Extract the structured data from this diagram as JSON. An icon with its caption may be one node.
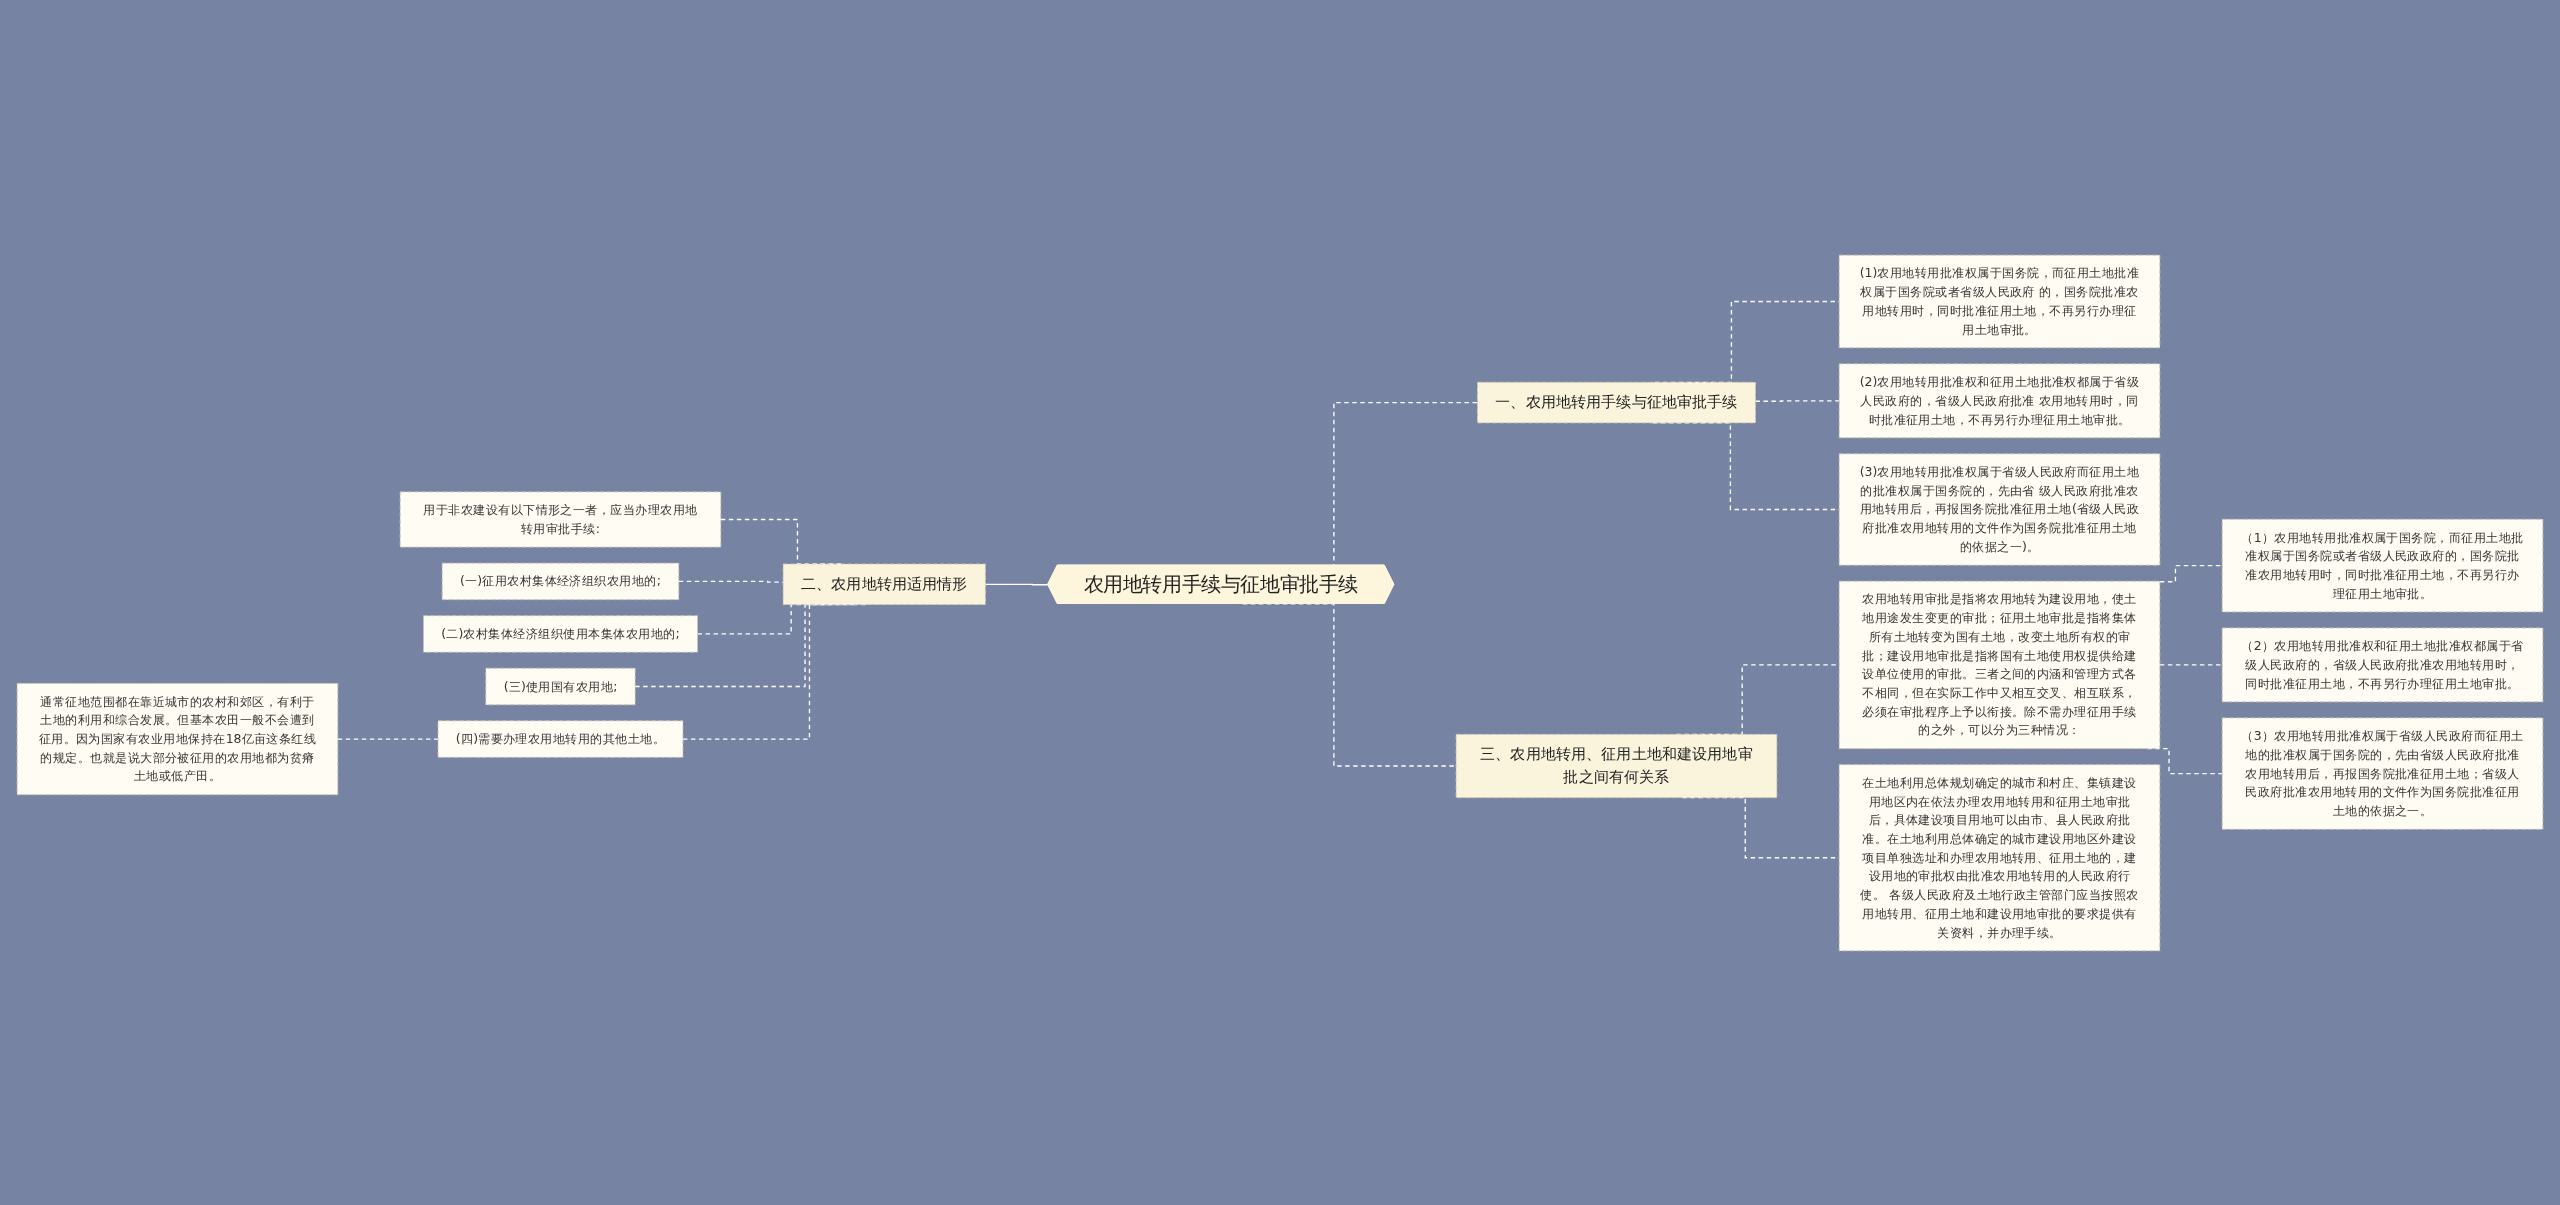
{
  "diagram": {
    "nodes": [
      {
        "text": [
          "农用地转用手续与征地审批手续"
        ]
      },
      {
        "text": [
          "一、农用地转用手续与征地审批手续"
        ]
      },
      {
        "text": [
          "(1)农用地转用批准权属于国务院，而征用土地批准权属于国务院或者省级人民政府 的，国务院批准农用地转用时，同时批准征用土地，不再另行办理征用土地审批。"
        ]
      },
      {
        "text": [
          "(2)农用地转用批准权和征用土地批准权都属于省级人民政府的，省级人民政府批准 农用地转用时，同时批准征用土地，不再另行办理征用土地审批。"
        ]
      },
      {
        "text": [
          "(3)农用地转用批准权属于省级人民政府而征用土地的批准权属于国务院的，先由省 级人民政府批准农用地转用后，再报国务院批准征用土地(省级人民政府批准农用地转用的文件作为国务院批准征用土地的依据之一)。"
        ]
      },
      {
        "text": [
          "二、农用地转用适用情形"
        ]
      },
      {
        "text": [
          "用于非农建设有以下情形之一者，应当办理农用地转用审批手续:"
        ]
      },
      {
        "text": [
          "(一)征用农村集体经济组织农用地的;"
        ]
      },
      {
        "text": [
          "(二)农村集体经济组织使用本集体农用地的;"
        ]
      },
      {
        "text": [
          "(三)使用国有农用地;"
        ]
      },
      {
        "text": [
          "(四)需要办理农用地转用的其他土地。"
        ]
      },
      {
        "text": [
          "通常征地范围都在靠近城市的农村和郊区，有利于土地的利用和综合发展。但基本农田一般不会遭到征用。因为国家有农业用地保持在18亿亩这条红线的规定。也就是说大部分被征用的农用地都为贫瘠土地或低产田。"
        ]
      },
      {
        "text": [
          "三、农用地转用、征用土地和建设用地审批之间有何关系"
        ]
      },
      {
        "text": [
          "农用地转用审批是指将农用地转为建设用地，使土地用途发生变更的审批；征用土地审批是指将集体所有土地转变为国有土地，改变土地所有权的审批；建设用地审批是指将国有土地使用权提供给建设单位使用的审批。三者之间的内涵和管理方式各不相同，但在实际工作中又相互交叉、相互联系，必须在审批程序上予以衔接。除不需办理征用手续的之外，可以分为三种情况："
        ]
      },
      {
        "text": [
          "（1）农用地转用批准权属于国务院，而征用土地批准权属于国务院或者省级人民政政府的，国务院批准农用地转用时，同时批准征用土地，不再另行办理征用土地审批。"
        ]
      },
      {
        "text": [
          "（2）农用地转用批准权和征用土地批准权都属于省级人民政府的，省级人民政府批准农用地转用时，同时批准征用土地，不再另行办理征用土地审批。"
        ]
      },
      {
        "text": [
          "（3）农用地转用批准权属于省级人民政府而征用土地的批准权属于国务院的，先由省级人民政府批准农用地转用后，再报国务院批准征用土地；省级人民政府批准农用地转用的文件作为国务院批准征用土地的依据之一。"
        ]
      },
      {
        "text": [
          "在土地利用总体规划确定的城市和村庄、集镇建设用地区内在依法办理农用地转用和征用土地审批后，具体建设项目用地可以由市、县人民政府批准。在土地利用总体确定的城市建设用地区外建设项目单独选址和办理农用地转用、征用土地的，建设用地的审批权由批准农用地转用的人民政府行使。 各级人民政府及土地行政主管部门应当按照农用地转用、征用土地和建设用地审批的要求提供有关资料，并办理手续。"
        ]
      }
    ],
    "edges": [
      {
        "from": 0,
        "to": 1,
        "arrow": "none",
        "style": "dashed"
      },
      {
        "from": 1,
        "to": 2,
        "arrow": "none",
        "style": "dashed"
      },
      {
        "from": 1,
        "to": 3,
        "arrow": "none",
        "style": "dashed"
      },
      {
        "from": 1,
        "to": 4,
        "arrow": "none",
        "style": "dashed"
      },
      {
        "from": 0,
        "to": 5,
        "arrow": "none"
      },
      {
        "from": 5,
        "to": 6,
        "arrow": "none",
        "style": "dashed"
      },
      {
        "from": 5,
        "to": 7,
        "arrow": "none",
        "style": "dashed"
      },
      {
        "from": 5,
        "to": 8,
        "arrow": "none",
        "style": "dashed"
      },
      {
        "from": 5,
        "to": 9,
        "arrow": "none",
        "style": "dashed"
      },
      {
        "from": 5,
        "to": 10,
        "arrow": "none",
        "style": "dashed"
      },
      {
        "from": 10,
        "to": 11,
        "arrow": "none",
        "style": "dashed"
      },
      {
        "from": 0,
        "to": 12,
        "arrow": "none",
        "style": "dashed"
      },
      {
        "from": 12,
        "to": 13,
        "arrow": "none",
        "style": "dashed"
      },
      {
        "from": 13,
        "to": 14,
        "arrow": "none",
        "style": "dashed"
      },
      {
        "from": 13,
        "to": 15,
        "arrow": "none",
        "style": "dashed"
      },
      {
        "from": 13,
        "to": 16,
        "arrow": "none",
        "style": "dashed"
      },
      {
        "from": 12,
        "to": 17,
        "arrow": "none",
        "style": "dashed"
      }
    ]
  }
}
